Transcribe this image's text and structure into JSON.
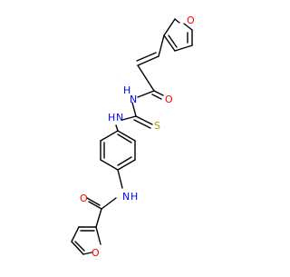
{
  "colors": {
    "background": "#ffffff",
    "bond": "#000000",
    "oxygen": "#ff0000",
    "nitrogen": "#0000ff",
    "sulfur": "#b5a000",
    "carbon_text": "#000000"
  },
  "atoms": {
    "o_furan_top": "O",
    "o_carbonyl_upper": "O",
    "nh_upper": "H",
    "n_upper": "N",
    "s_thio": "S",
    "nh_middle": "H",
    "n_middle": "N",
    "nh_lower": "H",
    "n_lower": "N",
    "o_carbonyl_lower": "O",
    "o_furan_bottom": "O"
  }
}
